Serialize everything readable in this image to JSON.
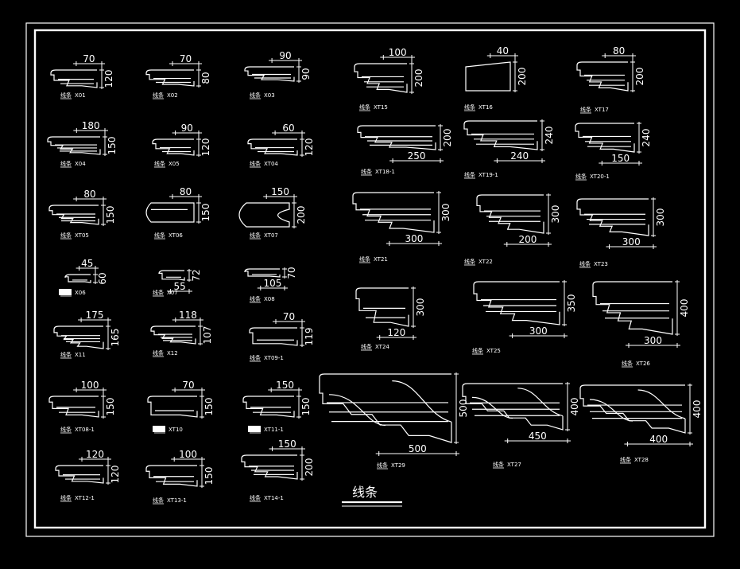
{
  "drawing": {
    "title": "线条",
    "label_prefix": "线条",
    "colors": {
      "background": "#000000",
      "line": "#ffffff",
      "highlight": "#ffffff"
    }
  },
  "items": [
    {
      "code": "X01",
      "w": "70",
      "h": "120"
    },
    {
      "code": "X02",
      "w": "70",
      "h": "80"
    },
    {
      "code": "X03",
      "w": "90",
      "h": "90"
    },
    {
      "code": "X04",
      "w": "180",
      "h": "150"
    },
    {
      "code": "X05",
      "w": "90",
      "h": "120"
    },
    {
      "code": "XT04",
      "w": "60",
      "h": "120"
    },
    {
      "code": "XT05",
      "w": "80",
      "h": "150"
    },
    {
      "code": "XT06",
      "w": "80",
      "h": "150"
    },
    {
      "code": "XT07",
      "w": "150",
      "h": "200"
    },
    {
      "code": "X06",
      "w": "45",
      "h": "60"
    },
    {
      "code": "X07",
      "w": "55",
      "h": "72"
    },
    {
      "code": "X08",
      "w": "105",
      "h": "70"
    },
    {
      "code": "X11",
      "w": "175",
      "h": "165"
    },
    {
      "code": "X12",
      "w": "118",
      "h": "107"
    },
    {
      "code": "XT09-1",
      "w": "70",
      "h": "119"
    },
    {
      "code": "XT08-1",
      "w": "100",
      "h": "150"
    },
    {
      "code": "XT10",
      "w": "70",
      "h": "150"
    },
    {
      "code": "XT11-1",
      "w": "150",
      "h": "150"
    },
    {
      "code": "XT12-1",
      "w": "120",
      "h": "120"
    },
    {
      "code": "XT13-1",
      "w": "100",
      "h": "150"
    },
    {
      "code": "XT14-1",
      "w": "150",
      "h": "200"
    },
    {
      "code": "XT15",
      "w": "100",
      "h": "200"
    },
    {
      "code": "XT16",
      "w": "40",
      "h": "200"
    },
    {
      "code": "XT17",
      "w": "80",
      "h": "200"
    },
    {
      "code": "XT18-1",
      "w": "250",
      "h": "200"
    },
    {
      "code": "XT19-1",
      "w": "240",
      "h": "240"
    },
    {
      "code": "XT20-1",
      "w": "150",
      "h": "240"
    },
    {
      "code": "XT21",
      "w": "300",
      "h": "300"
    },
    {
      "code": "XT22",
      "w": "200",
      "h": "300"
    },
    {
      "code": "XT23",
      "w": "300",
      "h": "300"
    },
    {
      "code": "XT24",
      "w": "120",
      "h": "300"
    },
    {
      "code": "XT25",
      "w": "300",
      "h": "350"
    },
    {
      "code": "XT26",
      "w": "300",
      "h": "400"
    },
    {
      "code": "XT29",
      "w": "500",
      "h": "500"
    },
    {
      "code": "XT27",
      "w": "450",
      "h": "400"
    },
    {
      "code": "XT28",
      "w": "400",
      "h": "400"
    }
  ]
}
